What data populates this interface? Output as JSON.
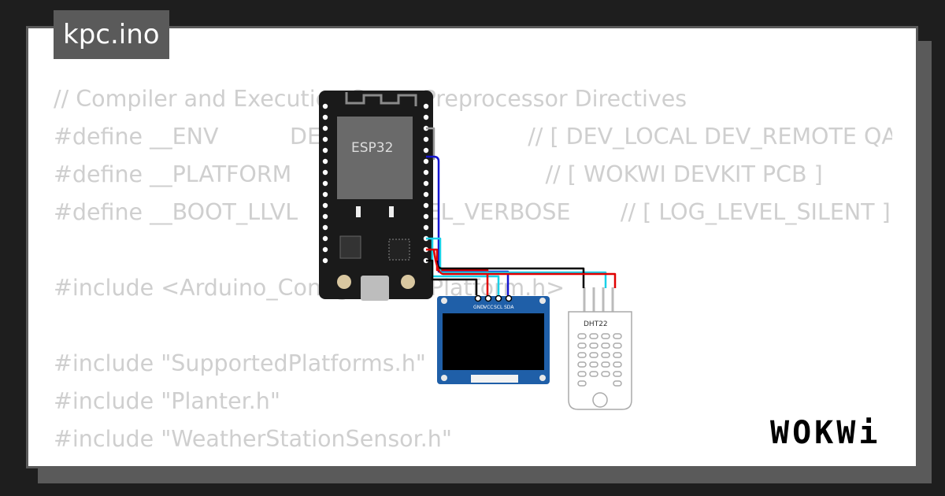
{
  "title": "kpc.ino",
  "code_lines": [
    "// Compiler and Execution Stage Preprocessor Directives",
    "#define __ENV          DEV_LOCAL               // [ DEV_LOCAL DEV_REMOTE QA ]",
    "#define __PLATFORM     WOKWI                   // [ WOKWI DEVKIT PCB ]",
    "#define __BOOT_LLVL    LOG_LEVEL_VERBOSE       // [ LOG_LEVEL_SILENT ]",
    "",
    "#include <Arduino_ConfigurationPlatform.h>",
    "",
    "#include \"SupportedPlatforms.h\"",
    "#include \"Planter.h\"",
    "#include \"WeatherStationSensor.h\""
  ],
  "esp32": {
    "label": "ESP32"
  },
  "oled": {
    "pins": [
      "GND",
      "VCC",
      "SCL",
      "SDA"
    ]
  },
  "dht": {
    "label": "DHT22"
  },
  "logo": "WOKWi",
  "colors": {
    "background": "#1e1e1e",
    "frame": "#5a5a5a",
    "code_text": "#cfcfcf",
    "wire_black": "#000000",
    "wire_red": "#e00000",
    "wire_blue": "#1414d0",
    "wire_cyan": "#18d0e8"
  }
}
